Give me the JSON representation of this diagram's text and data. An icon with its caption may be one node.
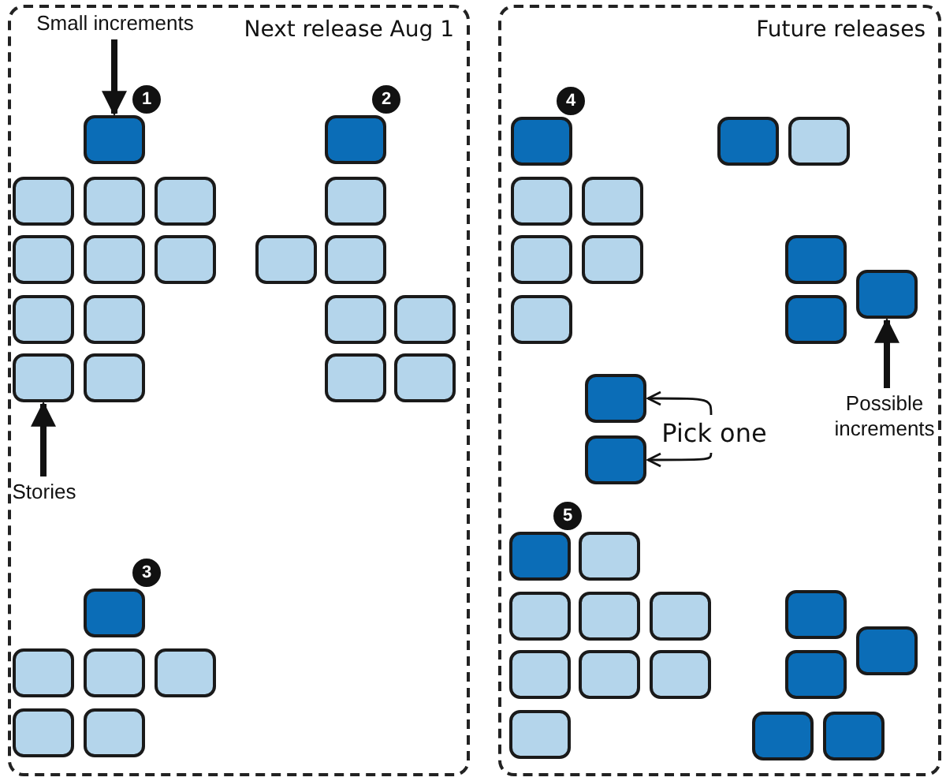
{
  "diagram": {
    "nodes": [
      {
        "text": [
          "Next release Aug 1"
        ]
      },
      {
        "text": [
          "Small increments"
        ],
        "in": 0
      },
      {
        "text": [],
        "shape": "box",
        "in": 0
      },
      {
        "text": [],
        "shape": "box",
        "in": 0
      },
      {
        "text": [],
        "shape": "box",
        "in": 0
      },
      {
        "text": [],
        "shape": "box",
        "in": 0
      },
      {
        "text": [],
        "shape": "box",
        "in": 0
      },
      {
        "text": [],
        "shape": "box",
        "in": 0
      },
      {
        "text": [],
        "shape": "box",
        "in": 0
      },
      {
        "text": [],
        "shape": "box",
        "in": 0
      },
      {
        "text": [],
        "shape": "box",
        "in": 0
      },
      {
        "text": [],
        "shape": "box",
        "in": 0
      },
      {
        "text": [],
        "shape": "box",
        "in": 0
      },
      {
        "text": [
          "Stories"
        ],
        "in": 0
      },
      {
        "text": [],
        "shape": "box",
        "in": 0
      },
      {
        "text": [],
        "shape": "box",
        "in": 0
      },
      {
        "text": [],
        "shape": "box",
        "in": 0
      },
      {
        "text": [],
        "shape": "box",
        "in": 0
      },
      {
        "text": [],
        "shape": "box",
        "in": 0
      },
      {
        "text": [],
        "shape": "box",
        "in": 0
      },
      {
        "text": [],
        "shape": "box",
        "in": 0
      },
      {
        "text": [],
        "shape": "box",
        "in": 0
      },
      {
        "text": [],
        "shape": "box",
        "in": 0
      },
      {
        "text": [],
        "shape": "box",
        "in": 0
      },
      {
        "text": [],
        "shape": "box",
        "in": 0
      },
      {
        "text": [],
        "shape": "box",
        "in": 0
      },
      {
        "text": [],
        "shape": "box",
        "in": 0
      },
      {
        "text": [],
        "shape": "box",
        "in": 0
      },
      {
        "text": [
          "Future releases"
        ]
      },
      {
        "text": [],
        "shape": "box",
        "in": 28
      },
      {
        "text": [],
        "shape": "box",
        "in": 28
      },
      {
        "text": [],
        "shape": "box",
        "in": 28
      },
      {
        "text": [],
        "shape": "box",
        "in": 28
      },
      {
        "text": [],
        "shape": "box",
        "in": 28
      },
      {
        "text": [],
        "shape": "box",
        "in": 28
      },
      {
        "text": [],
        "shape": "box",
        "in": 28
      },
      {
        "text": [],
        "shape": "box",
        "in": 28
      },
      {
        "text": [],
        "shape": "box",
        "in": 28
      },
      {
        "text": [],
        "shape": "box",
        "in": 28
      },
      {
        "text": [],
        "shape": "box",
        "in": 28
      },
      {
        "text": [],
        "shape": "box",
        "in": 28
      },
      {
        "text": [
          "Pick one"
        ],
        "in": 28
      },
      {
        "text": [],
        "shape": "box",
        "in": 28
      },
      {
        "text": [
          "Possible increments"
        ],
        "in": 28
      },
      {
        "text": [],
        "shape": "box",
        "in": 28
      },
      {
        "text": [],
        "shape": "box",
        "in": 28
      },
      {
        "text": [],
        "shape": "box",
        "in": 28
      },
      {
        "text": [],
        "shape": "box",
        "in": 28
      },
      {
        "text": [],
        "shape": "box",
        "in": 28
      },
      {
        "text": [],
        "shape": "box",
        "in": 28
      },
      {
        "text": [],
        "shape": "box",
        "in": 28
      },
      {
        "text": [],
        "shape": "box",
        "in": 28
      },
      {
        "text": [],
        "shape": "box",
        "in": 28
      },
      {
        "text": [],
        "shape": "box",
        "in": 28
      },
      {
        "text": [],
        "shape": "box",
        "in": 28
      },
      {
        "text": [],
        "shape": "box",
        "in": 28
      },
      {
        "text": [],
        "shape": "box",
        "in": 28
      },
      {
        "text": [],
        "shape": "box",
        "in": 28
      }
    ],
    "edges": [
      {
        "from": 1,
        "to": 2,
        "arrow": "to"
      },
      {
        "from": 13,
        "to": 11,
        "arrow": "to"
      },
      {
        "from": 41,
        "to": 40,
        "arrow": "to"
      },
      {
        "from": 41,
        "to": 42,
        "arrow": "to"
      },
      {
        "from": 43,
        "to": 37,
        "arrow": "to"
      }
    ],
    "labels": [
      "1",
      "2",
      "3",
      "4",
      "5"
    ]
  }
}
